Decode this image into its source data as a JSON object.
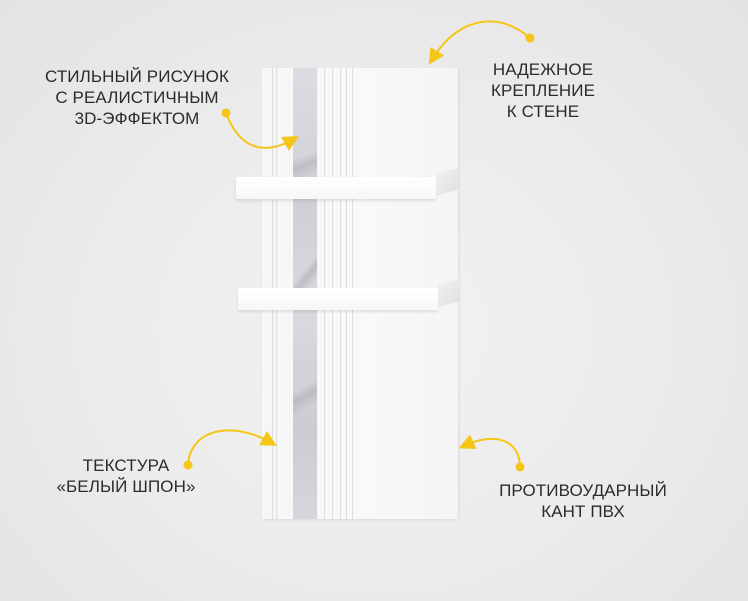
{
  "colors": {
    "accent_yellow": "#f5c518",
    "text": "#2b2b2b",
    "background": "#ebebeb",
    "panel": "#f8f8f8",
    "marble": "#d2d3d8"
  },
  "callouts": {
    "stylish_pattern": {
      "lines": [
        "СТИЛЬНЫЙ РИСУНОК",
        "С РЕАЛИСТИЧНЫМ",
        "3D-ЭФФЕКТОМ"
      ]
    },
    "wall_mount": {
      "lines": [
        "НАДЕЖНОЕ",
        "КРЕПЛЕНИЕ",
        "К СТЕНЕ"
      ]
    },
    "texture": {
      "lines": [
        "ТЕКСТУРА",
        "«БЕЛЫЙ ШПОН»"
      ]
    },
    "edge": {
      "lines": [
        "ПРОТИВОУДАРНЫЙ",
        "КАНТ ПВХ"
      ]
    }
  }
}
